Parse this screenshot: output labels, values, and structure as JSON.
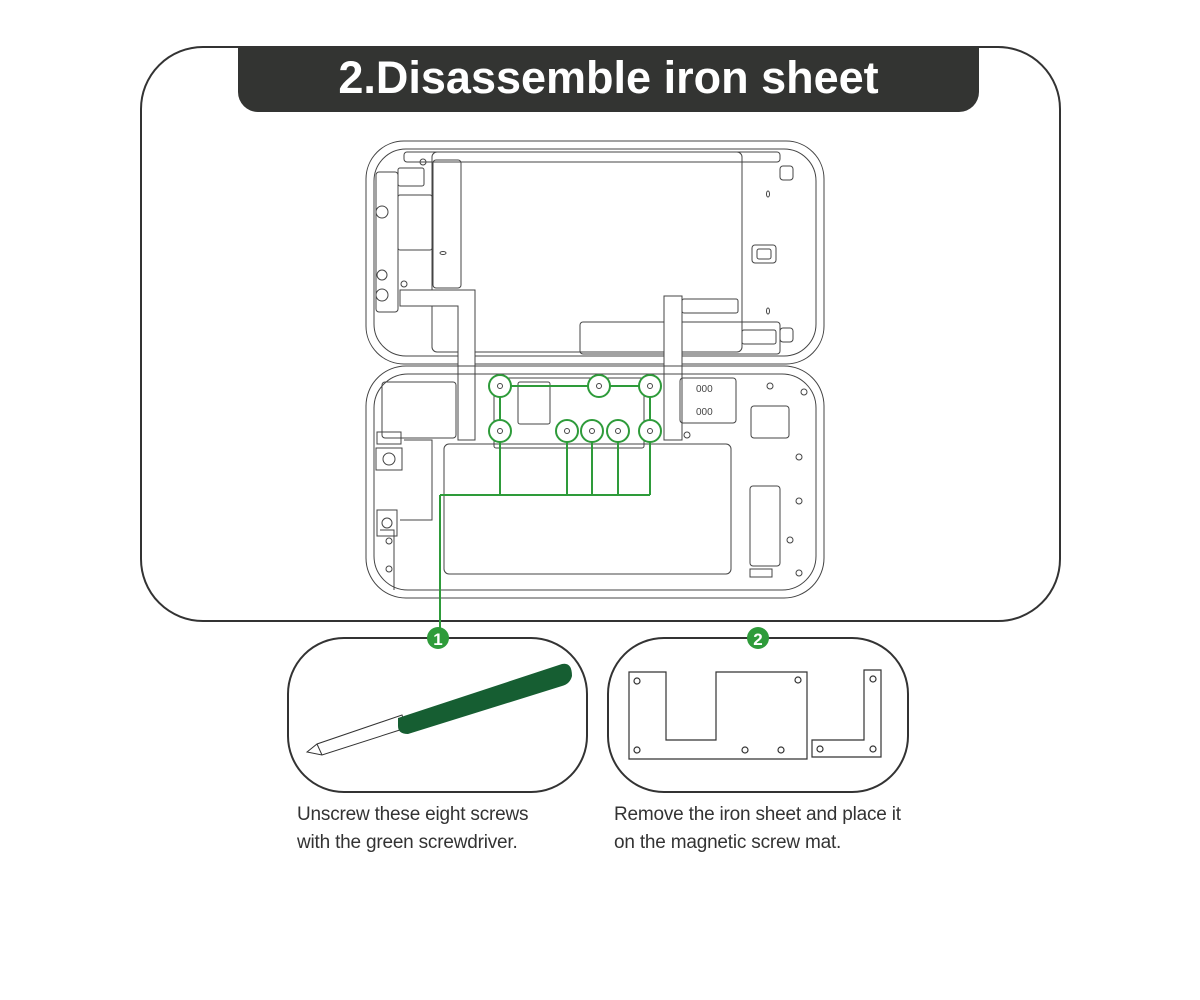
{
  "title": "2.Disassemble iron sheet",
  "steps": [
    {
      "number": "1",
      "caption_line1": "Unscrew these eight screws",
      "caption_line2": "with the green screwdriver."
    },
    {
      "number": "2",
      "caption_line1": "Remove the iron sheet and place it",
      "caption_line2": "on the magnetic screw mat."
    }
  ],
  "colors": {
    "accent": "#2e9b3a",
    "handle": "#165e32",
    "title_bg": "#333432",
    "outline": "#333333"
  },
  "screw_count": 8
}
